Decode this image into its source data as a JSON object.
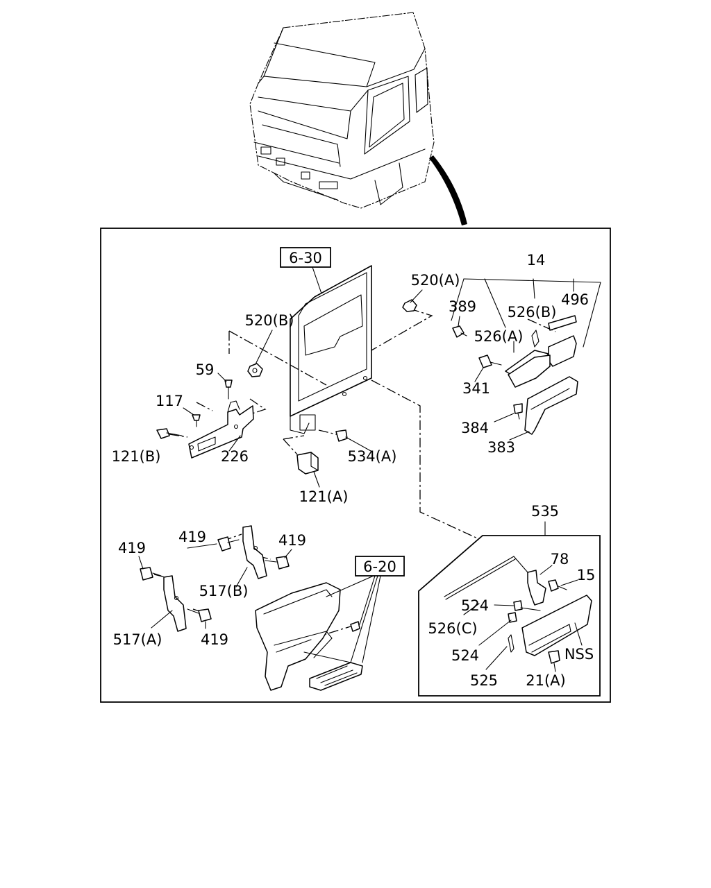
{
  "callouts": {
    "ref_6_30": "6-30",
    "ref_6_20": "6-20",
    "p14": "14",
    "p520a": "520(A)",
    "p389": "389",
    "p526b": "526(B)",
    "p496": "496",
    "p526a": "526(A)",
    "p341": "341",
    "p384": "384",
    "p383": "383",
    "p520b": "520(B)",
    "p59": "59",
    "p117": "117",
    "p121b": "121(B)",
    "p226": "226",
    "p534a": "534(A)",
    "p121a": "121(A)",
    "p535": "535",
    "p78": "78",
    "p15": "15",
    "p524_1": "524",
    "p524_2": "524",
    "p526c": "526(C)",
    "p525": "525",
    "p21a": "21(A)",
    "pNSS": "NSS",
    "p419_1": "419",
    "p419_2": "419",
    "p419_3": "419",
    "p419_4": "419",
    "p517b": "517(B)",
    "p517a": "517(A)"
  }
}
